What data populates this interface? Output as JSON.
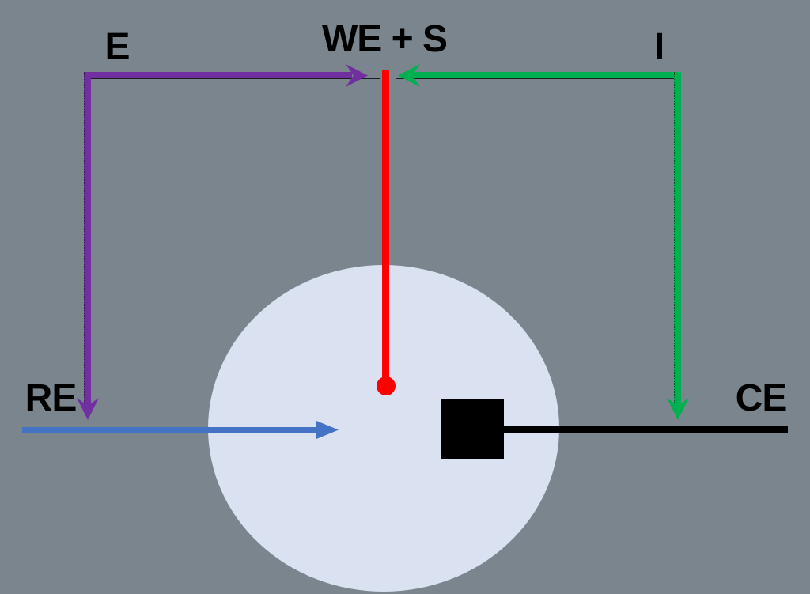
{
  "diagram": {
    "title": "three-electrode electrochemical cell",
    "labels": {
      "potential": "E",
      "working_electrode_sense": "WE + S",
      "current": "I",
      "reference_electrode": "RE",
      "counter_electrode": "CE"
    },
    "colors": {
      "background": "#7A858D",
      "solution_fill": "#DAE2F1",
      "potential_arrow": "#7030A0",
      "current_arrow": "#00B050",
      "reference_arrow": "#4472C4",
      "working_electrode": "#FF0000",
      "counter_electrode": "#000000",
      "label_text": "#000000"
    }
  }
}
